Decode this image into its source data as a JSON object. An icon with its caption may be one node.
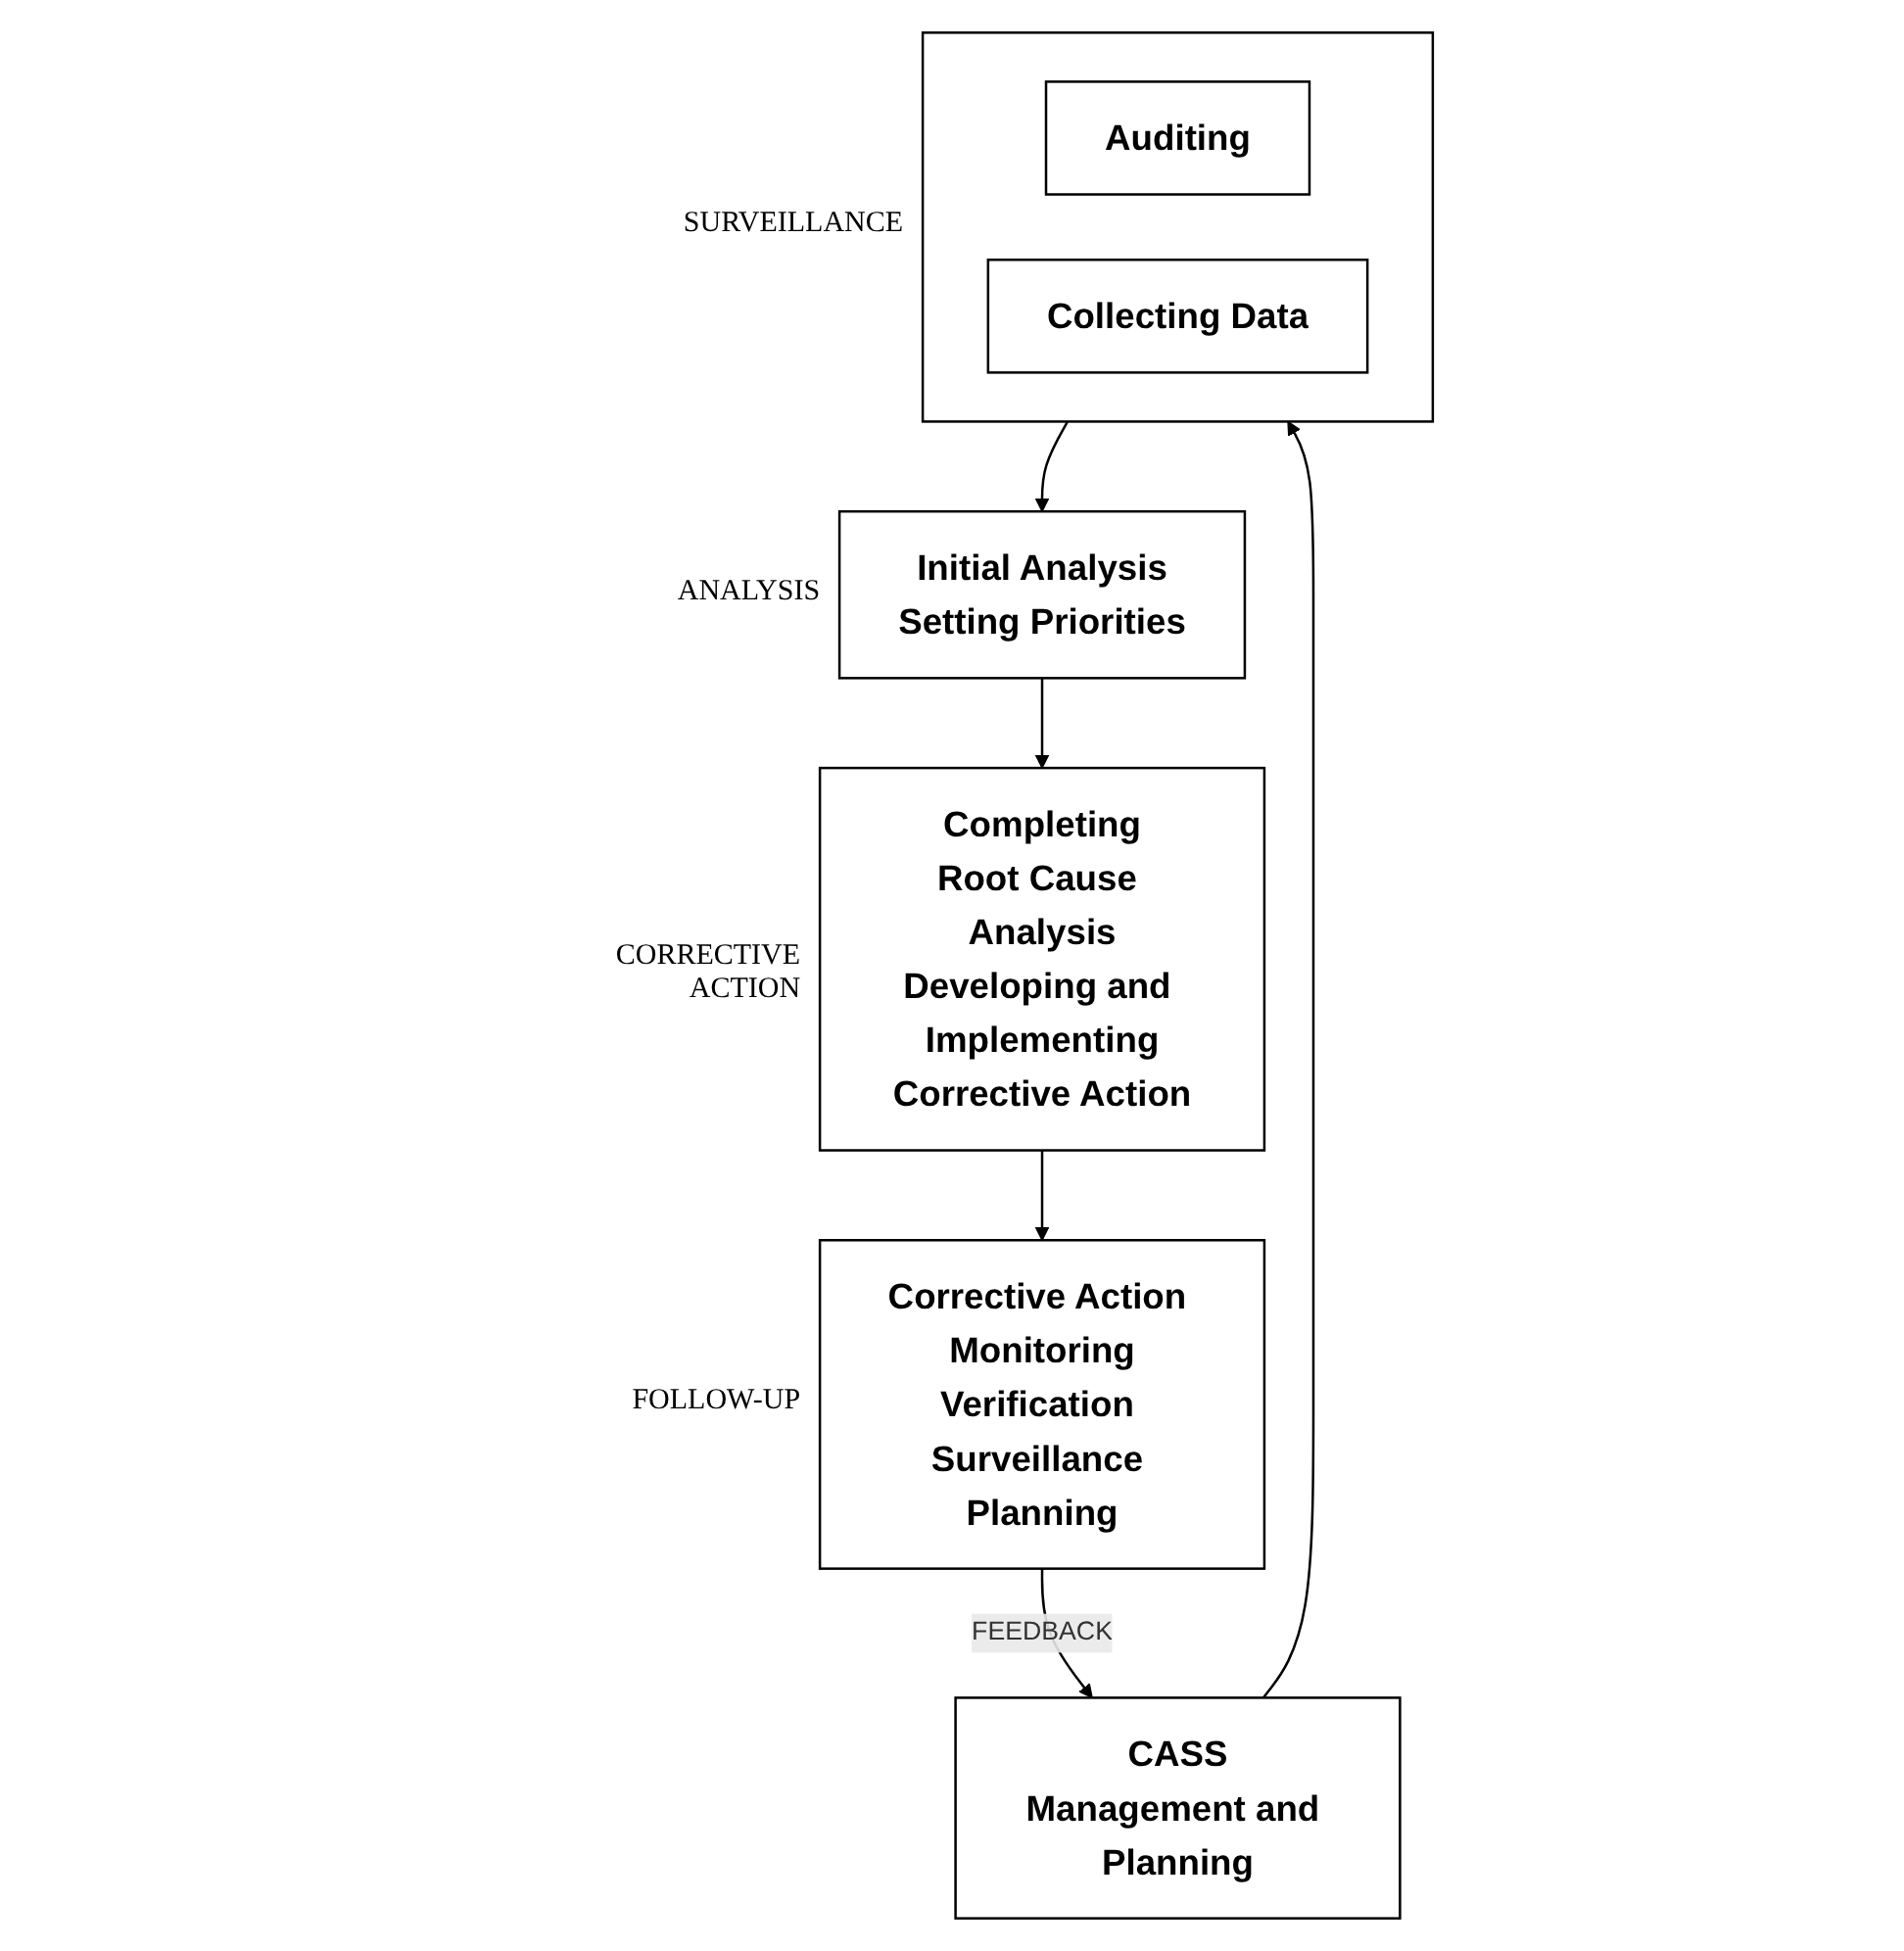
{
  "diagram": {
    "nodes": [
      {
        "text": [
          "CASS",
          "Management and Planning"
        ]
      },
      {
        "text": [],
        "shape": "box",
        "beside": [
          "SURVEILLANCE"
        ]
      },
      {
        "text": [
          "Auditing"
        ],
        "in": 1
      },
      {
        "text": [
          "Collecting Data"
        ],
        "in": 1
      },
      {
        "text": [
          "Initial Analysis",
          "Setting Priorities"
        ],
        "beside": [
          "ANALYSIS"
        ]
      },
      {
        "text": [
          "Completing",
          "Root Cause Analysis",
          "Developing and Implementing",
          "Corrective Action"
        ],
        "beside": [
          "CORRECTIVE ACTION"
        ]
      },
      {
        "text": [
          "Corrective Action Monitoring",
          "Verification Surveillance Planning"
        ],
        "beside": [
          "FOLLOW-UP"
        ]
      }
    ],
    "edges": [
      {
        "from": 0,
        "to": 1,
        "arrow": "to"
      },
      {
        "from": 1,
        "to": 4,
        "arrow": "to"
      },
      {
        "from": 4,
        "to": 5,
        "arrow": "to"
      },
      {
        "from": 5,
        "to": 6,
        "arrow": "to"
      },
      {
        "from": 6,
        "to": 0,
        "arrow": "to",
        "label": "FEEDBACK"
      }
    ]
  }
}
